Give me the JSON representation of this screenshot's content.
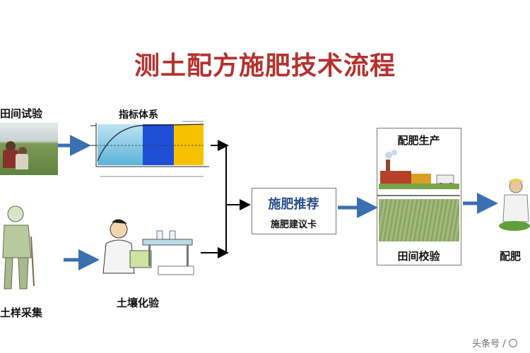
{
  "title": "测土配方施肥技术流程",
  "nodes": {
    "field_trial": "田间试验",
    "index_system": "指标体系",
    "soil_sampling": "土样采集",
    "soil_test": "土壤化验",
    "recommend": "施肥推荐",
    "recommend_card": "施肥建议卡",
    "production": "配肥生产",
    "field_check": "田间校验",
    "application": "配肥"
  },
  "watermark": "头条号 / 〇",
  "colors": {
    "title": "#b5312e",
    "arrow_blue": "#3a6fb0",
    "arrow_black": "#000000"
  }
}
